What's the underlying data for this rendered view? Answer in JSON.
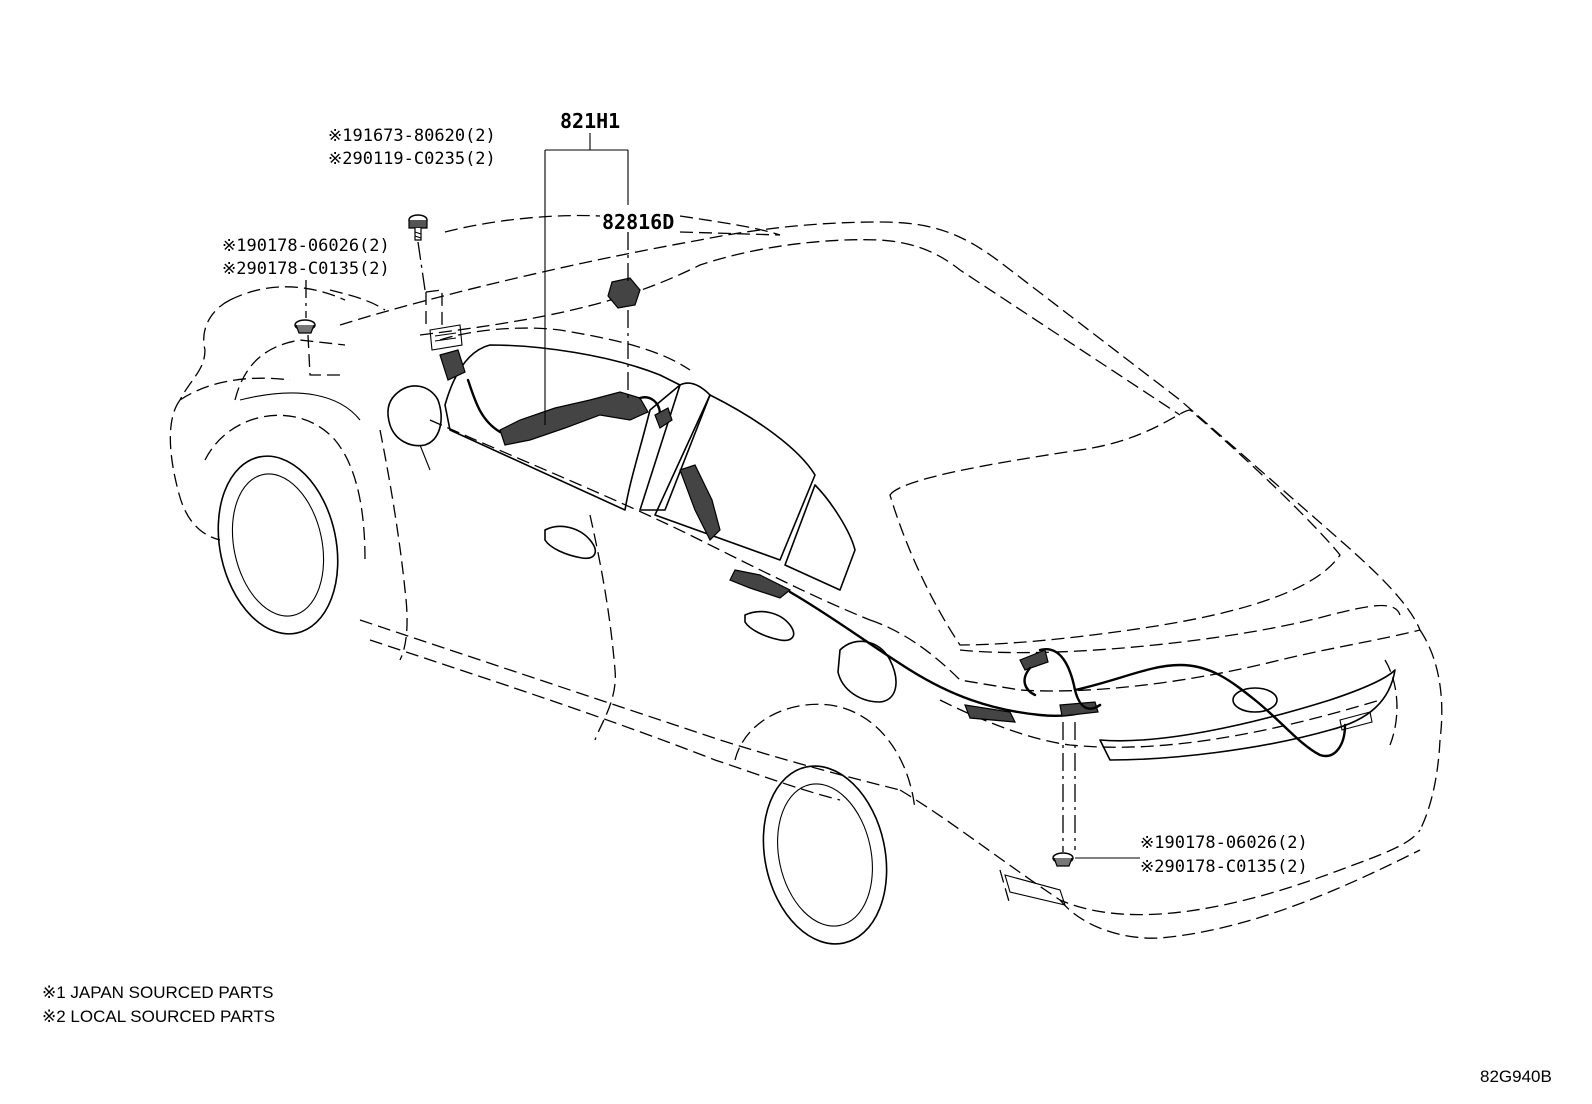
{
  "diagram": {
    "part_labels": {
      "harness_assembly": "821H1",
      "harness_sub": "82816D",
      "bolt_1": "※191673-80620(2)",
      "bolt_2": "※290119-C0235(2)",
      "clip_front_1": "※190178-06026(2)",
      "clip_front_2": "※290178-C0135(2)",
      "clip_rear_1": "※190178-06026(2)",
      "clip_rear_2": "※290178-C0135(2)"
    },
    "notes": {
      "note_1": "※1 JAPAN SOURCED PARTS",
      "note_2": "※2 LOCAL SOURCED PARTS"
    },
    "drawing_code": "82G940B"
  }
}
